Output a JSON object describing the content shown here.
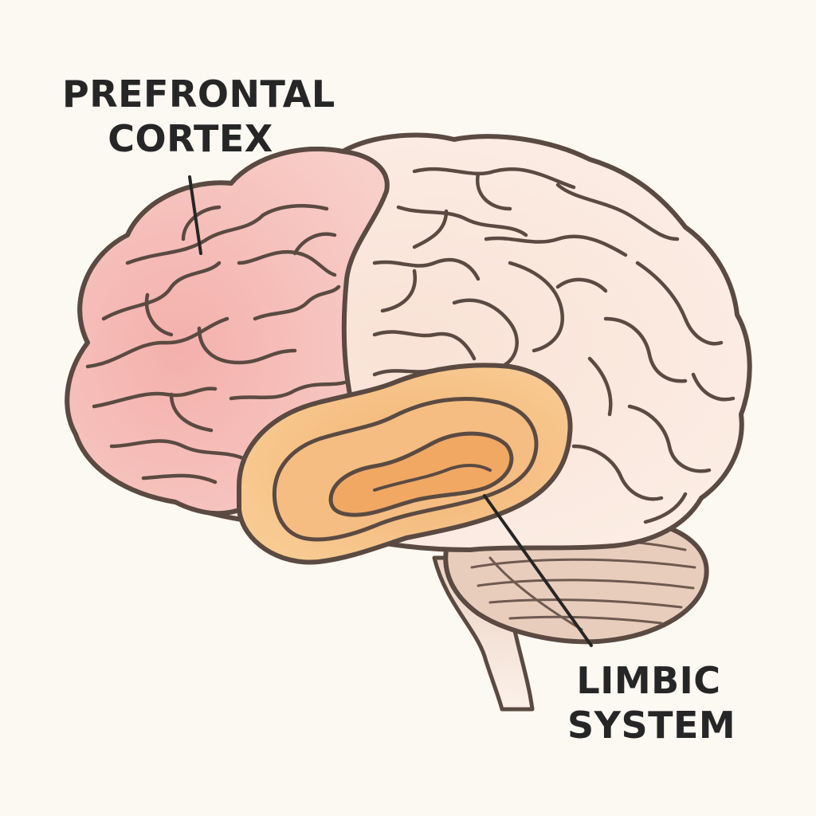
{
  "labels": {
    "prefrontal_cortex": {
      "line1": "PREFRONTAL",
      "line2": "CORTEX"
    },
    "limbic_system": {
      "line1": "LIMBIC",
      "line2": "SYSTEM"
    }
  },
  "colors": {
    "background": "#fcf8f2",
    "outline": "#5a4a42",
    "prefrontal_fill": "#f7c1bd",
    "cortex_fill": "#fbe8de",
    "limbic_outer_fill": "#f6c489",
    "limbic_inner_fill": "#f0a863",
    "cerebellum_fill": "#e8cdbd",
    "brainstem_fill": "#f1dbce",
    "label_text": "#262626"
  }
}
